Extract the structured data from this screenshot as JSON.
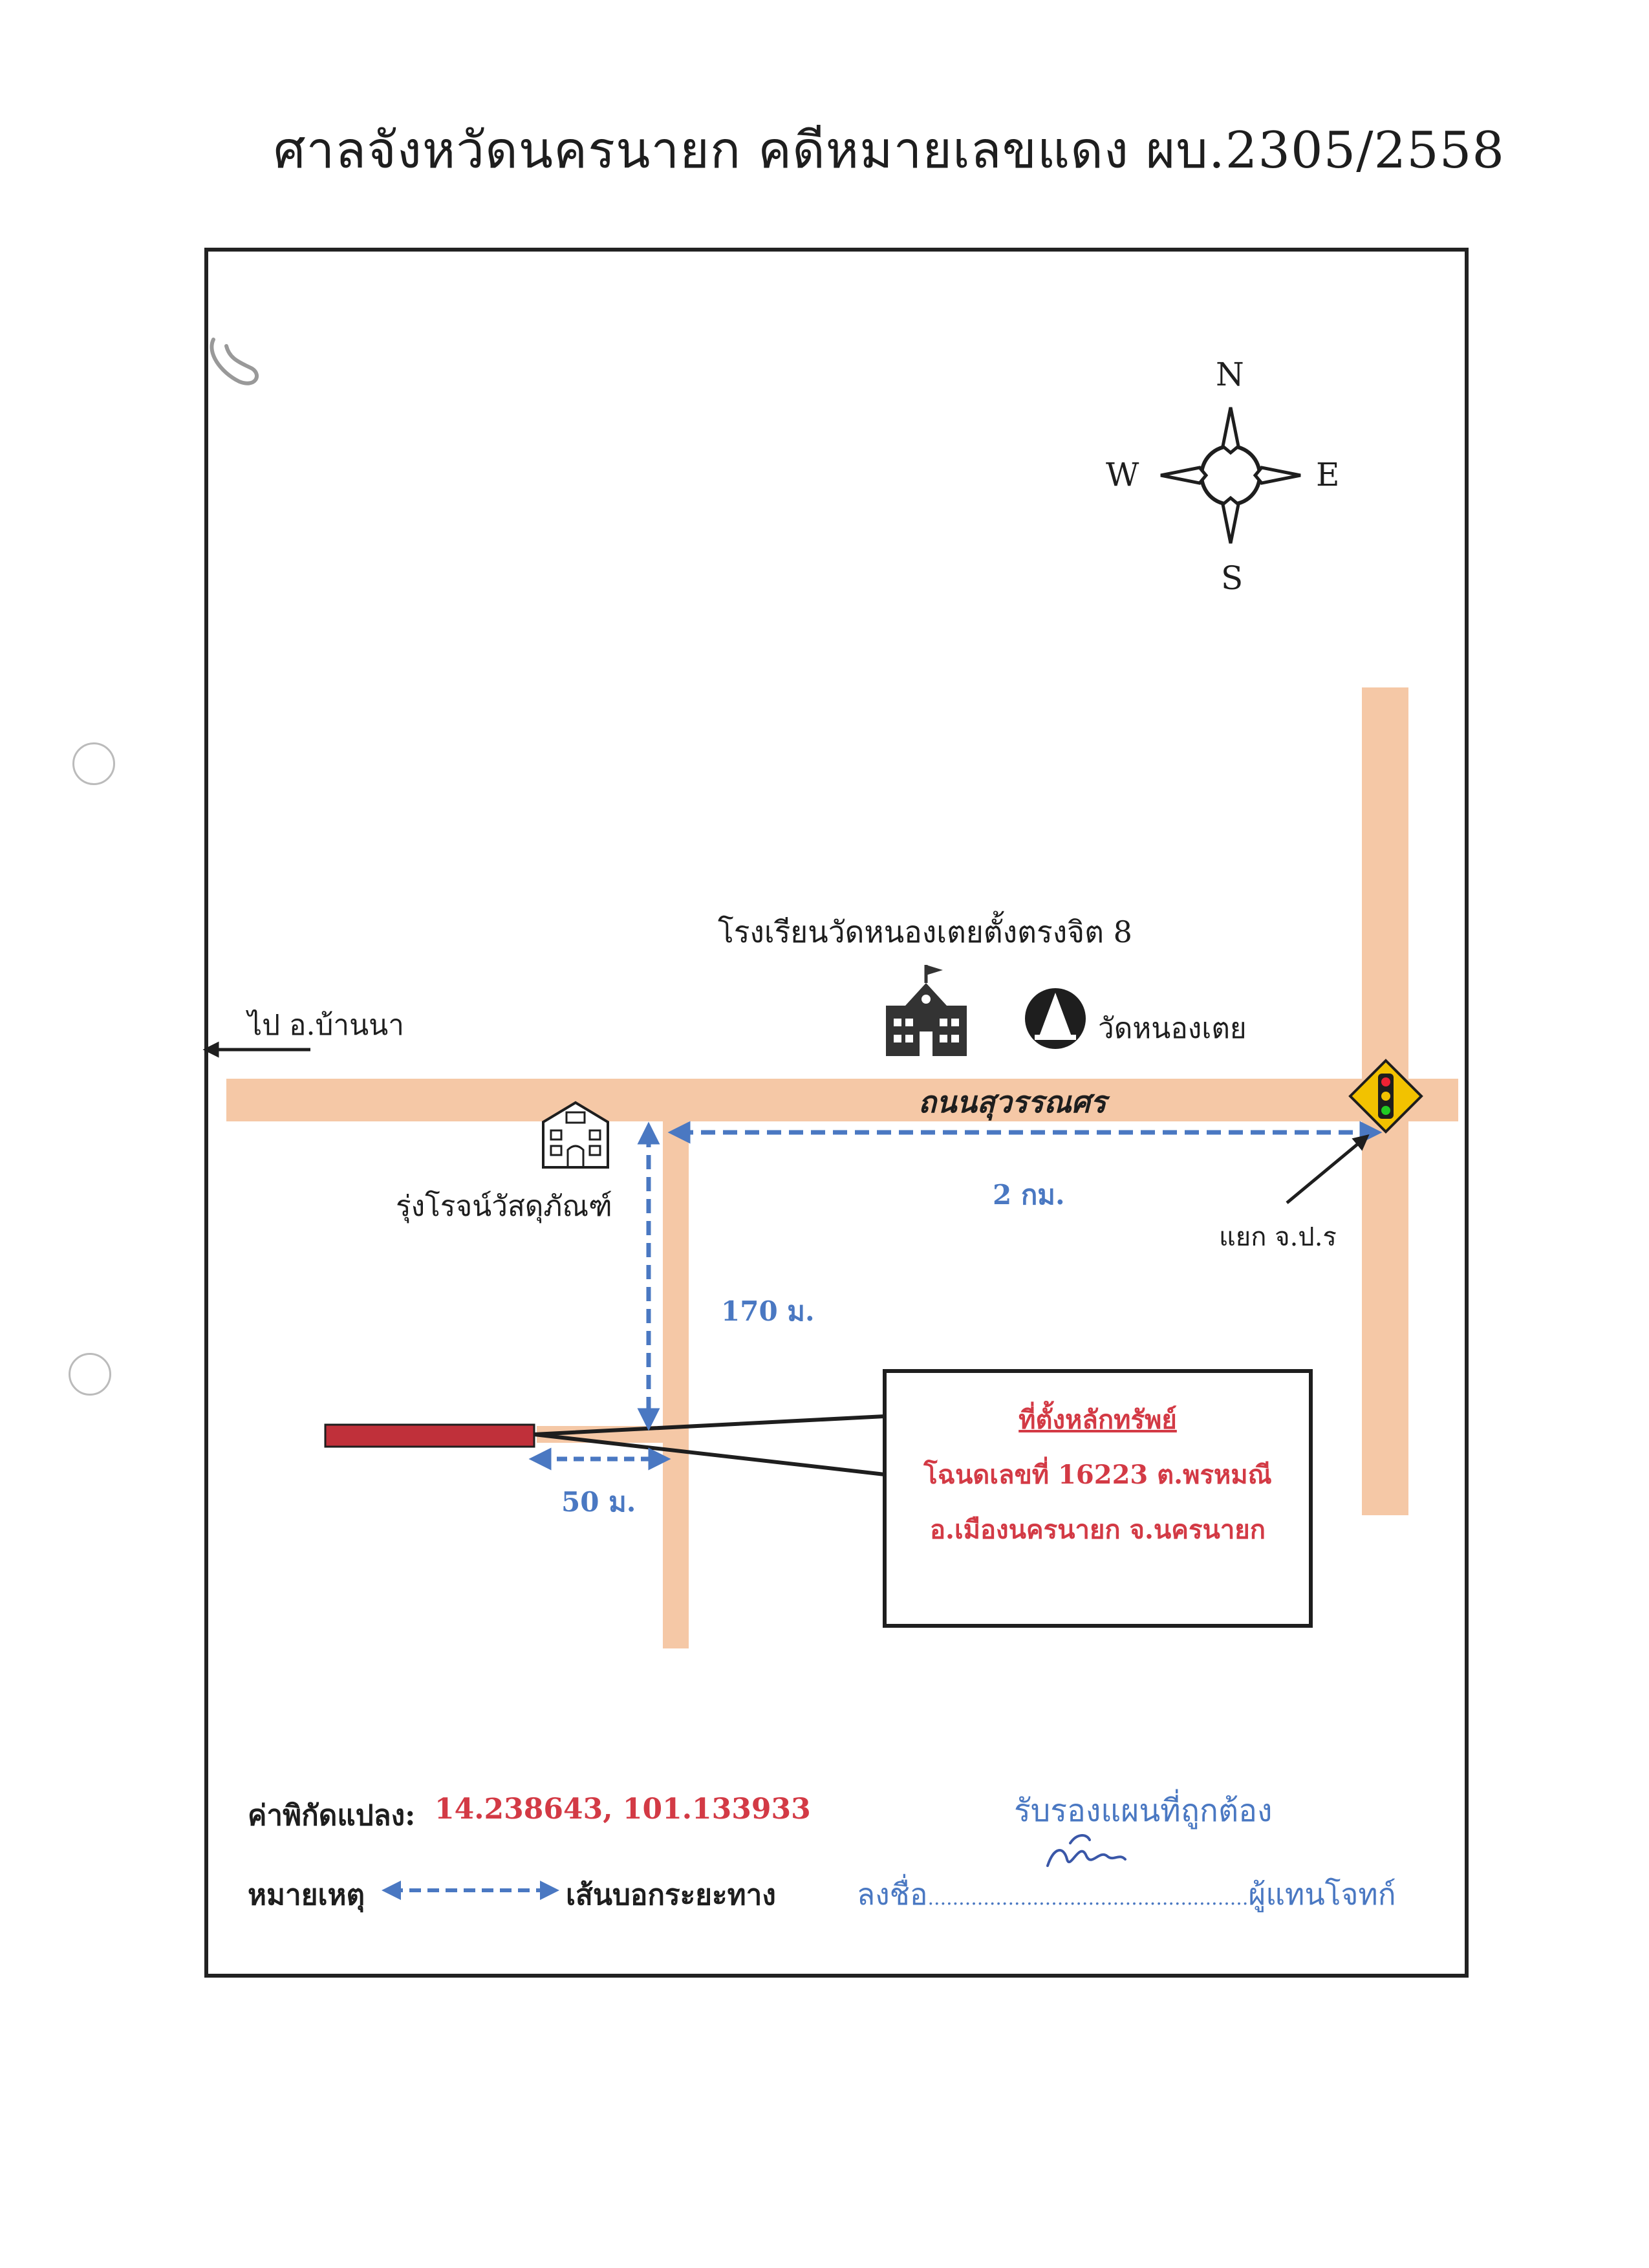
{
  "header": {
    "title": "ศาลจังหวัดนครนายก คดีหมายเลขแดง ผบ.2305/2558"
  },
  "compass": {
    "north": "N",
    "south": "S",
    "east": "E",
    "west": "W"
  },
  "map": {
    "direction_label": "ไป อ.บ้านนา",
    "school_label": "โรงเรียนวัดหนองเตยตั้งตรงจิต 8",
    "temple_label": "วัดหนองเตย",
    "road_label": "ถนนสุวรรณศร",
    "shop_label": "รุ่งโรจน์วัสดุภัณฑ์",
    "junction_label": "แยก จ.ป.ร",
    "distance_2km": "2 กม.",
    "distance_170m": "170 ม.",
    "distance_50m": "50 ม."
  },
  "callout": {
    "title": "ที่ตั้งหลักทรัพย์",
    "line1": "โฉนดเลขที่ 16223 ต.พรหมณี",
    "line2": "อ.เมืองนครนายก จ.นครนายก"
  },
  "footer": {
    "coords_label": "ค่าพิกัดแปลง:",
    "coords_value": "14.238643, 101.133933",
    "legend_label": "หมายเหตุ",
    "legend_text": "เส้นบอกระยะทาง",
    "certify_text": "รับรองแผนที่ถูกต้อง",
    "sign_prefix": "ลงชื่อ",
    "sign_dots": "....................................................",
    "sign_suffix": "ผู้แทนโจทก์"
  },
  "colors": {
    "road": "#f5c8a6",
    "distance_line": "#4a78c2",
    "property": "#c0303a",
    "sign": "#f2c200",
    "text_red": "#d33a45"
  }
}
